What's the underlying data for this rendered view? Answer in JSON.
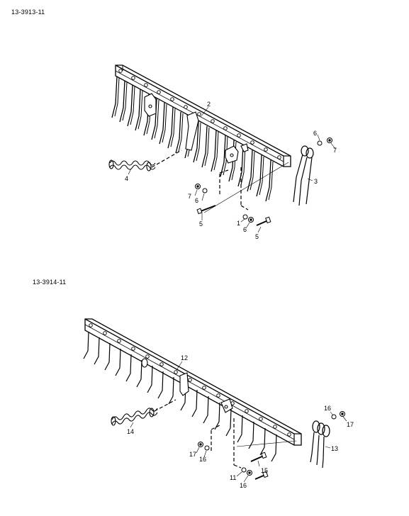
{
  "figures": [
    {
      "id": "13-3913-11",
      "callouts": {
        "c2": "2",
        "c3": "3",
        "c4": "4",
        "c5a": "5",
        "c5b": "5",
        "c6a": "6",
        "c6b": "6",
        "c6c": "6",
        "c7a": "7",
        "c7b": "7",
        "c1": "1"
      }
    },
    {
      "id": "13-3914-11",
      "callouts": {
        "c12": "12",
        "c13": "13",
        "c14": "14",
        "c15": "15",
        "c16a": "16",
        "c16b": "16",
        "c16c": "16",
        "c17a": "17",
        "c17b": "17",
        "c11": "11"
      }
    }
  ]
}
